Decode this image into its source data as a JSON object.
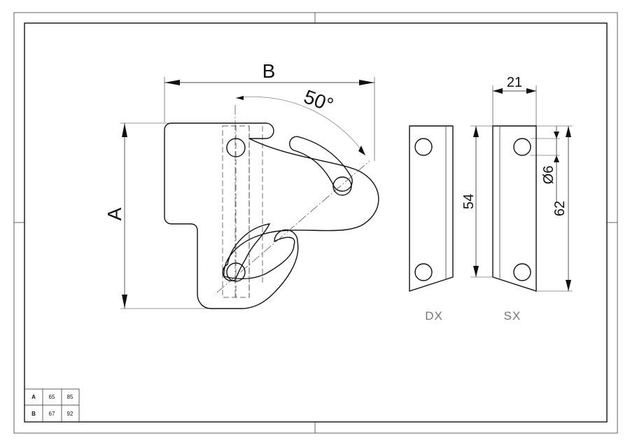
{
  "main_view": {
    "dim_a": "A",
    "dim_b": "B",
    "angle": "50°"
  },
  "side_views": {
    "width": "21",
    "height_54": "54",
    "height_62": "62",
    "hole_dia": "Ø6",
    "label_dx": "DX",
    "label_sx": "SX"
  },
  "table": {
    "rows": [
      {
        "key": "A",
        "v1": "65",
        "v2": "85"
      },
      {
        "key": "B",
        "v1": "67",
        "v2": "92"
      }
    ]
  }
}
